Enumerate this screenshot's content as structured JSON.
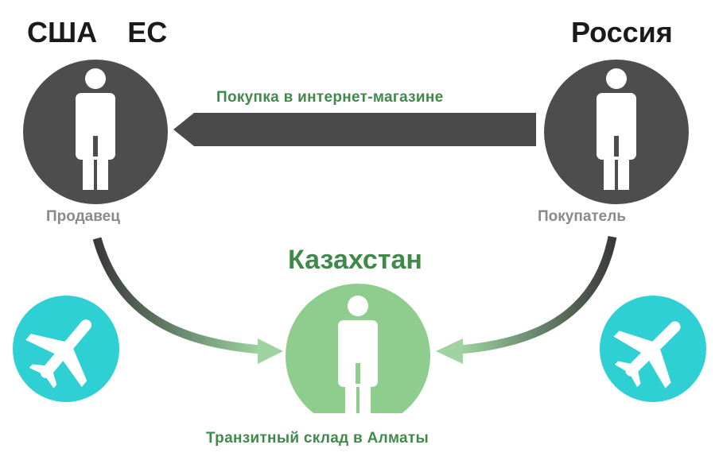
{
  "seller": {
    "region_usa": "США",
    "region_eu": "ЕС",
    "role": "Продавец"
  },
  "buyer": {
    "region": "Россия",
    "role": "Покупатель"
  },
  "purchase_arrow": {
    "label": "Покупка в интернет-магазине"
  },
  "transit": {
    "country": "Казахстан",
    "warehouse": "Транзитный склад в Алматы"
  },
  "colors": {
    "person_circle_dark": "#4d4d4d",
    "transit_circle": "#8fcd8f",
    "plane_circle": "#2fd0d4",
    "title_green": "#3f8a4a",
    "role_gray": "#8a8a8a"
  },
  "icons": {
    "person": "person-icon",
    "plane": "airplane-icon"
  }
}
